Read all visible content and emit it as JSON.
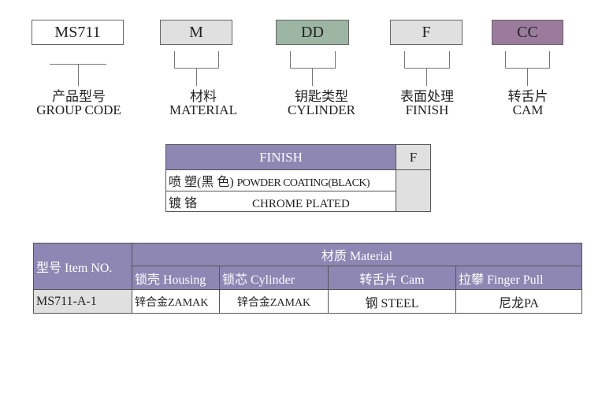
{
  "codes": [
    {
      "code": "MS711",
      "zh": "产品型号",
      "en": "GROUP CODE",
      "color": "#ffffff"
    },
    {
      "code": "M",
      "zh": "材料",
      "en": "MATERIAL",
      "color": "#e0e0e0"
    },
    {
      "code": "DD",
      "zh": "钥匙类型",
      "en": "CYLINDER",
      "color": "#9db6a3"
    },
    {
      "code": "F",
      "zh": "表面处理",
      "en": "FINISH",
      "color": "#e0e0e0"
    },
    {
      "code": "CC",
      "zh": "转舌片",
      "en": "CAM",
      "color": "#9a7b9d"
    }
  ],
  "finish": {
    "header": "FINISH",
    "code": "F",
    "rows": [
      {
        "zh": "喷 塑(黑 色)",
        "en": "POWDER COATING(BLACK)"
      },
      {
        "zh": "镀 铬",
        "en": "CHROME PLATED"
      }
    ]
  },
  "material": {
    "item_header": "型号 Item NO.",
    "group_header": "材质 Material",
    "columns": [
      "锁壳 Housing",
      "锁芯 Cylinder",
      "转舌片 Cam",
      "拉攀 Finger Pull"
    ],
    "rows": [
      {
        "item": "MS711-A-1",
        "values": [
          "锌合金ZAMAK",
          "锌合金ZAMAK",
          "钢 STEEL",
          "尼龙PA"
        ]
      }
    ]
  }
}
